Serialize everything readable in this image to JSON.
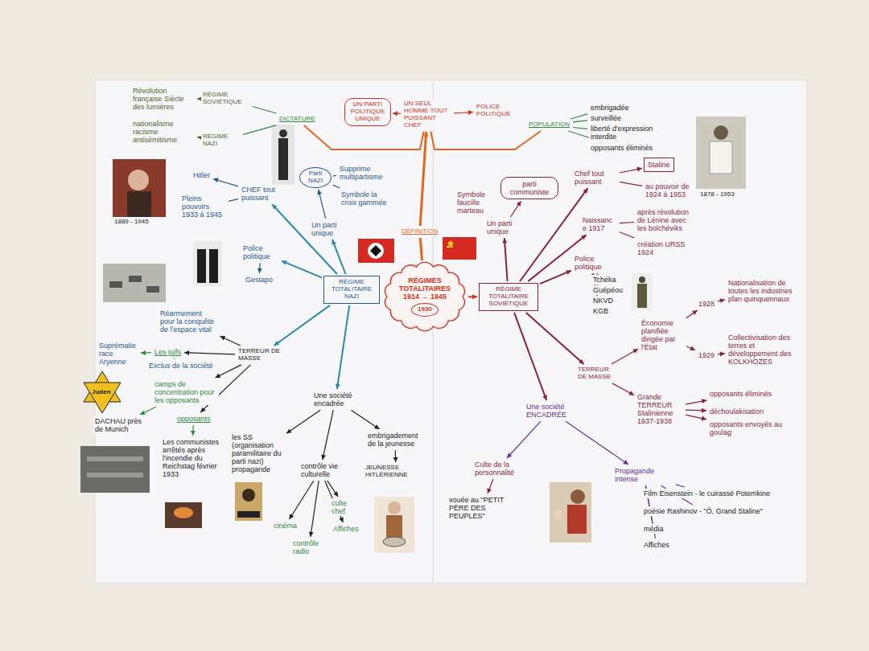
{
  "diagram": {
    "nodes": [
      {
        "text": [
          "Révolution française Siècle des lumières"
        ]
      },
      {
        "text": [
          "RÉGIME SOVIÉTIQUE"
        ]
      },
      {
        "text": [
          "nationalisme racisme antisémitisme"
        ]
      },
      {
        "text": [
          "RÉGIME NAZI"
        ]
      },
      {
        "text": [
          "DICTATURE"
        ]
      },
      {
        "text": [
          "UN PARTI POLITIQUE UNIQUE"
        ]
      },
      {
        "text": [
          "UN SEUL HOMME TOUT PUISSANT CHEF"
        ]
      },
      {
        "text": [
          "POLICE POLITIQUE"
        ]
      },
      {
        "text": [
          "POPULATION"
        ]
      },
      {
        "text": [
          "embrigadée"
        ]
      },
      {
        "text": [
          "surveillée"
        ]
      },
      {
        "text": [
          "liberté d'expression interdite"
        ]
      },
      {
        "text": [
          "opposants éliminés"
        ]
      },
      {
        "text": [
          "DÉFINITION"
        ]
      },
      {
        "text": [
          "RÉGIMES TOTALITAIRES",
          "1914 → 1945"
        ]
      },
      {
        "text": [
          "1930"
        ],
        "in": 14
      },
      {
        "text": [
          "RÉGIME TOTALITAIRE NAZI"
        ]
      },
      {
        "text": [
          "RÉGIME TOTALITAIRE SOVIÉTIQUE"
        ]
      },
      {
        "text": [
          "CHEF tout puissant"
        ]
      },
      {
        "text": [
          "Hitler"
        ]
      },
      {
        "text": [
          "Pleins pouvoirs 1933 à 1945"
        ]
      },
      {
        "text": [
          "Parti NAZI"
        ]
      },
      {
        "text": [
          "Un parti unique"
        ]
      },
      {
        "text": [
          "Supprime multipartisme"
        ]
      },
      {
        "text": [
          "Symbole la croix gammée"
        ]
      },
      {
        "text": [
          "Police politique"
        ]
      },
      {
        "text": [
          "Gestapo"
        ]
      },
      {
        "text": [
          "TERREUR DE MASSE"
        ]
      },
      {
        "text": [
          "Réarmement pour la conquête de l'espace vital"
        ]
      },
      {
        "text": [
          "Les juifs"
        ]
      },
      {
        "text": [
          "Suprématie race Aryenne"
        ]
      },
      {
        "text": [
          "Exclus de la société"
        ]
      },
      {
        "text": [
          "camps de concentration pour les opposants"
        ]
      },
      {
        "text": [
          "DACHAU près de Munich"
        ]
      },
      {
        "text": [
          "opposants"
        ]
      },
      {
        "text": [
          "Les communistes arrêtés après l'incendie du Reichstag février 1933"
        ]
      },
      {
        "text": [
          "Une société encadrée"
        ]
      },
      {
        "text": [
          "les SS (organisation paramilitaire du parti nazi) propagande"
        ]
      },
      {
        "text": [
          "contrôle vie culturelle"
        ]
      },
      {
        "text": [
          "cinéma"
        ]
      },
      {
        "text": [
          "contrôle radio"
        ]
      },
      {
        "text": [
          "culte chef"
        ]
      },
      {
        "text": [
          "Affiches"
        ]
      },
      {
        "text": [
          "embrigadement de la jeunesse"
        ]
      },
      {
        "text": [
          "JEUNESSE HITLÉRIENNE"
        ]
      },
      {
        "text": [
          "Un parti unique"
        ]
      },
      {
        "text": [
          "parti communiste"
        ]
      },
      {
        "text": [
          "Symbole faucille marteau"
        ]
      },
      {
        "text": [
          "Chef tout puissant"
        ]
      },
      {
        "text": [
          "Staline"
        ]
      },
      {
        "text": [
          "au pouvoir de 1924 à 1953"
        ]
      },
      {
        "text": [
          "Naissance 1917"
        ]
      },
      {
        "text": [
          "après révolution de Lénine avec les bolchéviks"
        ]
      },
      {
        "text": [
          "création URSS 1924"
        ]
      },
      {
        "text": [
          "Police politique"
        ]
      },
      {
        "text": [
          "Tchéka"
        ]
      },
      {
        "text": [
          "Guépéou"
        ]
      },
      {
        "text": [
          "NKVD"
        ]
      },
      {
        "text": [
          "KGB"
        ]
      },
      {
        "text": [
          "TERREUR DE MASSE"
        ]
      },
      {
        "text": [
          "Économie planifiée dirigée par l'État"
        ]
      },
      {
        "text": [
          "1928"
        ]
      },
      {
        "text": [
          "Nationalisation de toutes les industries plan quinquennaux"
        ]
      },
      {
        "text": [
          "1929"
        ]
      },
      {
        "text": [
          "Collectivisation des terres et développement des KOLKHOZES"
        ]
      },
      {
        "text": [
          "Grande TERREUR Stalinienne 1937-1938"
        ]
      },
      {
        "text": [
          "opposants éliminés"
        ]
      },
      {
        "text": [
          "déchoulakisation"
        ]
      },
      {
        "text": [
          "opposants envoyés au goulag"
        ]
      },
      {
        "text": [
          "Une société ENCADRÉE"
        ]
      },
      {
        "text": [
          "Culte de la personnalité"
        ]
      },
      {
        "text": [
          "vouée au \"PETIT PÈRE DES PEUPLES\""
        ]
      },
      {
        "text": [
          "Propagande intense"
        ]
      },
      {
        "text": [
          "Film Eisenstein - le cuirassé Potemkine"
        ]
      },
      {
        "text": [
          "poésie Rashinov - \"Ô, Grand Staline\""
        ]
      },
      {
        "text": [
          "média"
        ]
      },
      {
        "text": [
          "Affiches"
        ]
      }
    ],
    "edges": [
      {
        "from": 1,
        "to": 0,
        "arrow": "to"
      },
      {
        "from": 3,
        "to": 2,
        "arrow": "to"
      },
      {
        "from": 4,
        "to": 1,
        "arrow": "none"
      },
      {
        "from": 4,
        "to": 3,
        "arrow": "none"
      },
      {
        "from": 6,
        "to": 4,
        "arrow": "none"
      },
      {
        "from": 6,
        "to": 5,
        "arrow": "to"
      },
      {
        "from": 6,
        "to": 7,
        "arrow": "to"
      },
      {
        "from": 6,
        "to": 8,
        "arrow": "none"
      },
      {
        "from": 8,
        "to": 9,
        "arrow": "none"
      },
      {
        "from": 8,
        "to": 10,
        "arrow": "none"
      },
      {
        "from": 8,
        "to": 11,
        "arrow": "none"
      },
      {
        "from": 8,
        "to": 12,
        "arrow": "none"
      },
      {
        "from": 13,
        "to": 6,
        "arrow": "to"
      },
      {
        "from": 14,
        "to": 13,
        "arrow": "none"
      },
      {
        "from": 14,
        "to": 16,
        "arrow": "to"
      },
      {
        "from": 14,
        "to": 17,
        "arrow": "to"
      },
      {
        "from": 16,
        "to": 18,
        "arrow": "to"
      },
      {
        "from": 18,
        "to": 19,
        "arrow": "to"
      },
      {
        "from": 18,
        "to": 20,
        "arrow": "none"
      },
      {
        "from": 16,
        "to": 22,
        "arrow": "to"
      },
      {
        "from": 22,
        "to": 21,
        "arrow": "to"
      },
      {
        "from": 21,
        "to": 23,
        "arrow": "none"
      },
      {
        "from": 21,
        "to": 24,
        "arrow": "none"
      },
      {
        "from": 16,
        "to": 25,
        "arrow": "to"
      },
      {
        "from": 25,
        "to": 26,
        "arrow": "to"
      },
      {
        "from": 16,
        "to": 27,
        "arrow": "to"
      },
      {
        "from": 27,
        "to": 28,
        "arrow": "to"
      },
      {
        "from": 27,
        "to": 29,
        "arrow": "to"
      },
      {
        "from": 29,
        "to": 30,
        "arrow": "to"
      },
      {
        "from": 29,
        "to": 31,
        "arrow": "none"
      },
      {
        "from": 27,
        "to": 32,
        "arrow": "to"
      },
      {
        "from": 32,
        "to": 33,
        "arrow": "to"
      },
      {
        "from": 27,
        "to": 34,
        "arrow": "to"
      },
      {
        "from": 34,
        "to": 35,
        "arrow": "to"
      },
      {
        "from": 16,
        "to": 36,
        "arrow": "to"
      },
      {
        "from": 36,
        "to": 37,
        "arrow": "to"
      },
      {
        "from": 36,
        "to": 38,
        "arrow": "to"
      },
      {
        "from": 38,
        "to": 39,
        "arrow": "to"
      },
      {
        "from": 38,
        "to": 40,
        "arrow": "to"
      },
      {
        "from": 38,
        "to": 41,
        "arrow": "to"
      },
      {
        "from": 38,
        "to": 42,
        "arrow": "to"
      },
      {
        "from": 36,
        "to": 43,
        "arrow": "to"
      },
      {
        "from": 43,
        "to": 44,
        "arrow": "to"
      },
      {
        "from": 17,
        "to": 45,
        "arrow": "to"
      },
      {
        "from": 45,
        "to": 46,
        "arrow": "to"
      },
      {
        "from": 45,
        "to": 47,
        "arrow": "none"
      },
      {
        "from": 17,
        "to": 48,
        "arrow": "to"
      },
      {
        "from": 48,
        "to": 49,
        "arrow": "to"
      },
      {
        "from": 48,
        "to": 50,
        "arrow": "none"
      },
      {
        "from": 17,
        "to": 51,
        "arrow": "to"
      },
      {
        "from": 51,
        "to": 52,
        "arrow": "none"
      },
      {
        "from": 51,
        "to": 53,
        "arrow": "none"
      },
      {
        "from": 17,
        "to": 54,
        "arrow": "to"
      },
      {
        "from": 54,
        "to": 55,
        "arrow": "none"
      },
      {
        "from": 54,
        "to": 56,
        "arrow": "none"
      },
      {
        "from": 54,
        "to": 57,
        "arrow": "none"
      },
      {
        "from": 54,
        "to": 58,
        "arrow": "none"
      },
      {
        "from": 17,
        "to": 59,
        "arrow": "to"
      },
      {
        "from": 59,
        "to": 60,
        "arrow": "to"
      },
      {
        "from": 60,
        "to": 61,
        "arrow": "to"
      },
      {
        "from": 61,
        "to": 62,
        "arrow": "to"
      },
      {
        "from": 60,
        "to": 63,
        "arrow": "to"
      },
      {
        "from": 63,
        "to": 64,
        "arrow": "to"
      },
      {
        "from": 59,
        "to": 65,
        "arrow": "to"
      },
      {
        "from": 65,
        "to": 66,
        "arrow": "to"
      },
      {
        "from": 65,
        "to": 67,
        "arrow": "to"
      },
      {
        "from": 65,
        "to": 68,
        "arrow": "to"
      },
      {
        "from": 17,
        "to": 69,
        "arrow": "to"
      },
      {
        "from": 69,
        "to": 70,
        "arrow": "to"
      },
      {
        "from": 69,
        "to": 72,
        "arrow": "to"
      },
      {
        "from": 70,
        "to": 71,
        "arrow": "to"
      },
      {
        "from": 72,
        "to": 73,
        "arrow": "none"
      },
      {
        "from": 72,
        "to": 74,
        "arrow": "none"
      },
      {
        "from": 72,
        "to": 75,
        "arrow": "none"
      },
      {
        "from": 72,
        "to": 76,
        "arrow": "none"
      }
    ],
    "labels": [
      "1889 - 1945",
      "1878 - 1953",
      "Juden"
    ]
  }
}
